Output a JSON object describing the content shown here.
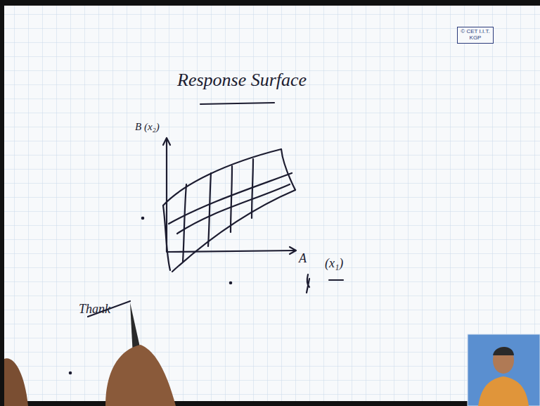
{
  "diagram": {
    "title": "Response Surface",
    "labels": [
      "B (x₂)",
      "A",
      "(x₁)",
      "Thank",
      "© CET I.I.T. KGP"
    ]
  }
}
